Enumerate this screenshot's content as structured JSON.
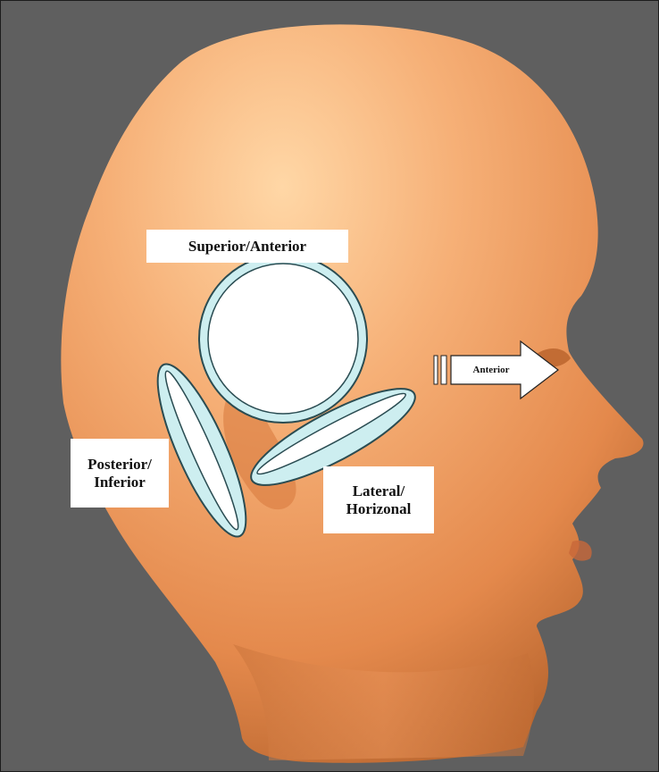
{
  "labels": {
    "superior_anterior": "Superior/Anterior",
    "posterior_inferior": "Posterior/\nInferior",
    "lateral_horizontal": "Lateral/\nHorizonal",
    "anterior": "Anterior"
  },
  "colors": {
    "background": "#5f5f5f",
    "skin": "#f0a565",
    "canal_fill": "#cdeef0",
    "canal_stroke": "#2a4c52",
    "label_bg": "#ffffff"
  },
  "icons": [
    "head-illustration",
    "semicircular-canal-ring",
    "anterior-arrow-icon"
  ]
}
